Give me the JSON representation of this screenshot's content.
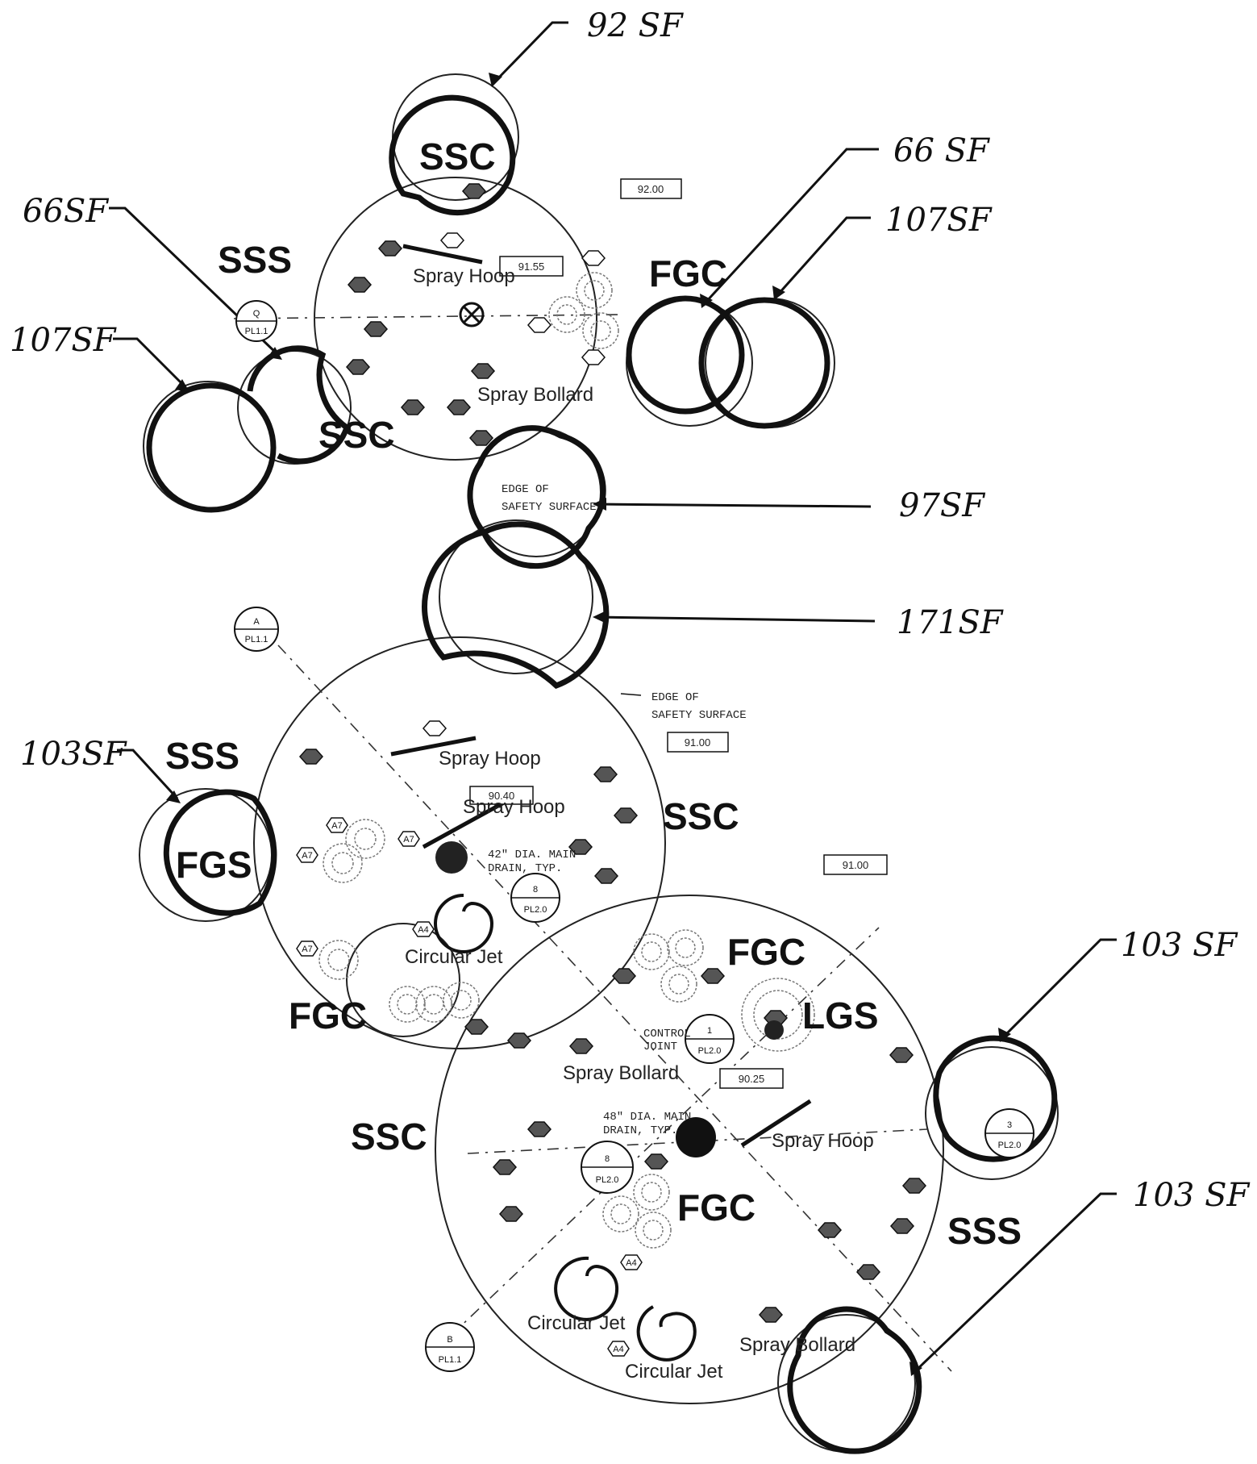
{
  "areas": {
    "a92": "92 SF",
    "a66_right": "66 SF",
    "a66_left": "66SF",
    "a107_right": "107SF",
    "a107_left": "107SF",
    "a97": "97SF",
    "a171": "171SF",
    "a103_left": "103SF",
    "a103_r1": "103 SF",
    "a103_r2": "103 SF"
  },
  "zones": {
    "ssc_top": "SSC",
    "sss_top": "SSS",
    "fgc_top": "FGC",
    "ssc_mid": "SSC",
    "sss_left": "SSS",
    "fgs": "FGS",
    "ssc_right": "SSC",
    "fgc_mid": "FGC",
    "fgc_right": "FGC",
    "lgs": "LGS",
    "ssc_bottom": "SSC",
    "fgc_bottom": "FGC",
    "sss_bottom": "SSS"
  },
  "features": {
    "spray_hoop_1": "Spray Hoop",
    "spray_bollard_1": "Spray Bollard",
    "spray_hoop_2": "Spray Hoop",
    "spray_hoop_3": "Spray Hoop",
    "circular_jet_1": "Circular Jet",
    "spray_bollard_2": "Spray Bollard",
    "spray_hoop_4": "Spray Hoop",
    "circular_jet_2": "Circular Jet",
    "circular_jet_3": "Circular Jet",
    "spray_bollard_3": "Spray Bollard"
  },
  "notes": {
    "edge1_line1": "EDGE OF",
    "edge1_line2": "SAFETY SURFACE",
    "edge2_line1": "EDGE OF",
    "edge2_line2": "SAFETY SURFACE",
    "drain42_line1": "42\" DIA. MAIN",
    "drain42_line2": "DRAIN, TYP.",
    "drain48_line1": "48\" DIA. MAIN",
    "drain48_line2": "DRAIN, TYP.",
    "control_line1": "CONTROL",
    "control_line2": "JOINT"
  },
  "elevations": {
    "e1": "92.00",
    "e2": "91.55",
    "e3": "91.00",
    "e4": "90.40",
    "e5": "91.00",
    "e6": "90.25"
  },
  "callouts": {
    "c1_top": "Q",
    "c1_bot": "PL1.1",
    "c2_top": "A",
    "c2_bot": "PL1.1",
    "c3_top": "8",
    "c3_bot": "PL2.0",
    "c4_top": "1",
    "c4_bot": "PL2.0",
    "c5_top": "8",
    "c5_bot": "PL2.0",
    "c6_top": "3",
    "c6_bot": "PL2.0",
    "c7_top": "B",
    "c7_bot": "PL1.1"
  },
  "tags": {
    "a4_1": "A4",
    "a4_2": "A4",
    "a4_3": "A4",
    "a7_1": "A7",
    "a7_2": "A7",
    "a7_3": "A7",
    "a7_4": "A7"
  }
}
